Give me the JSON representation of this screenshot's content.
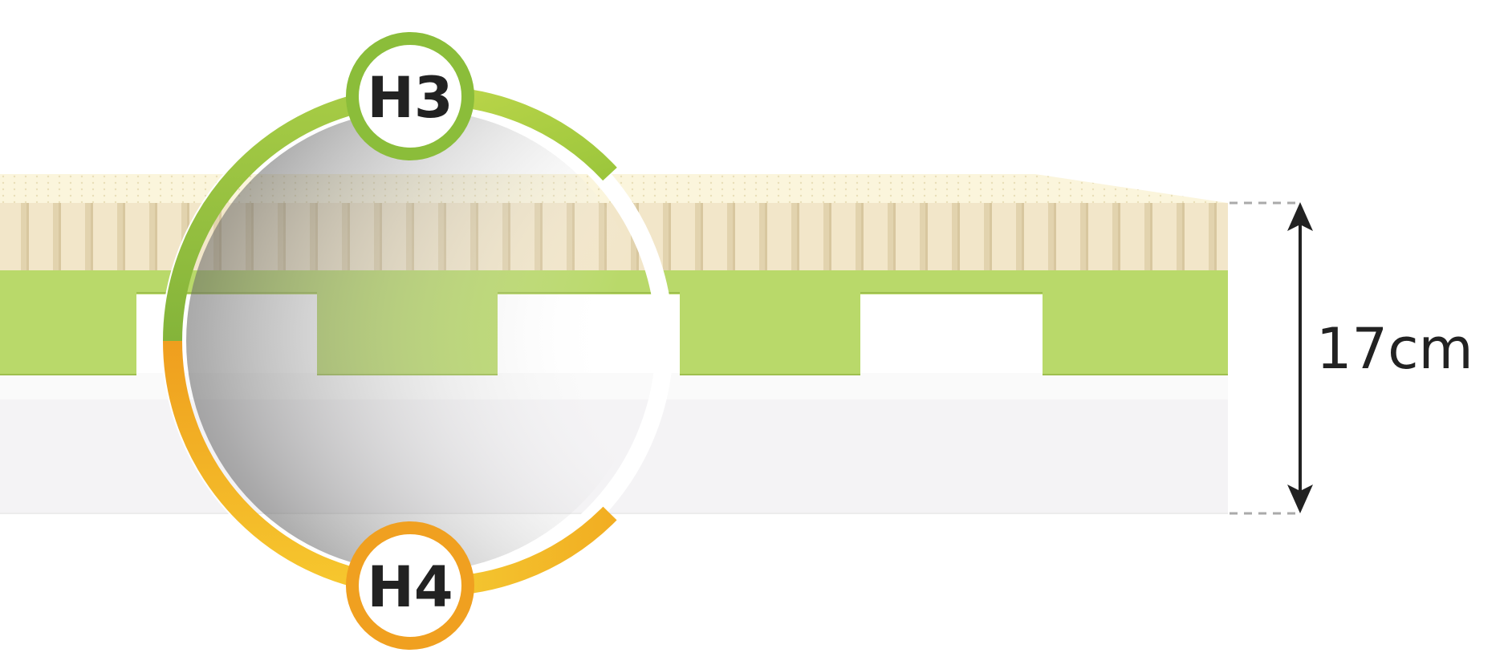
{
  "badges": {
    "top_label": "H3",
    "bottom_label": "H4"
  },
  "dimension": {
    "height_label": "17cm"
  },
  "colors": {
    "latex_layer": "#f2e6c9",
    "latex_top": "#fbf6dd",
    "green_layer": "#b9d96a",
    "base_layer": "#f3f2f4",
    "h3_ring": "#8bbd3a",
    "h4_ring": "#f0a020",
    "dimension_line": "#222222"
  },
  "icons": {
    "dimension_arrow": "double-headed-vertical-arrow"
  }
}
